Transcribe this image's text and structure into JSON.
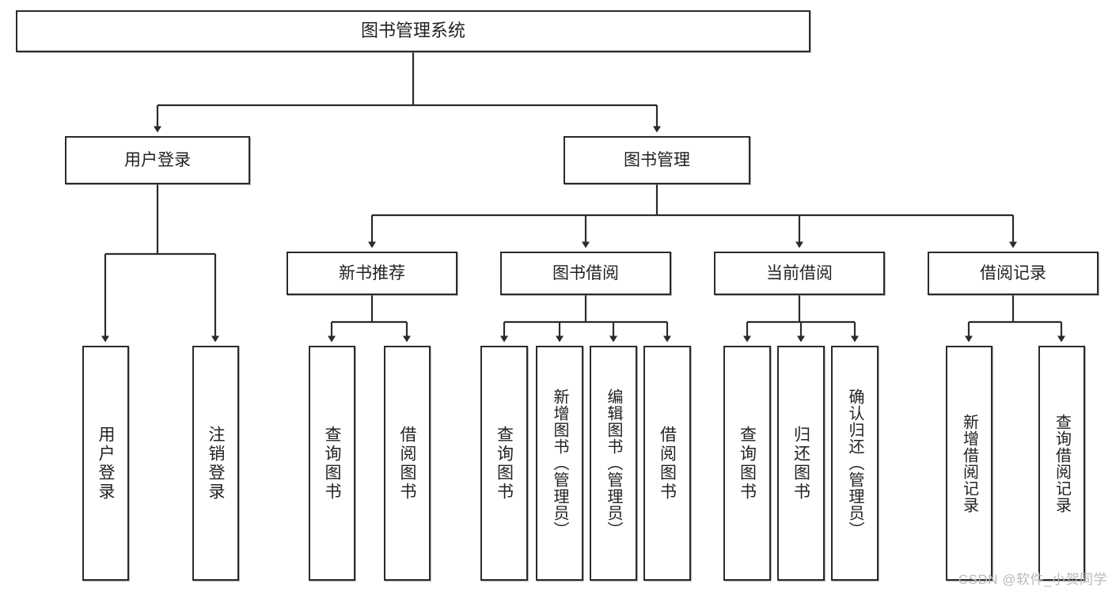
{
  "diagram": {
    "title": "图书管理系统",
    "type": "tree-hierarchy-chart",
    "watermark": "CSDN @软件_小贺同学",
    "colors": {
      "node_border": "#2b2b2b",
      "node_fill": "#ffffff",
      "edge": "#2b2b2b",
      "text": "#222222",
      "watermark": "#b9b9b9",
      "background": "#ffffff"
    },
    "root": {
      "label": "图书管理系统"
    },
    "level2": [
      {
        "label": "用户登录"
      },
      {
        "label": "图书管理"
      }
    ],
    "level3": [
      {
        "label": "新书推荐"
      },
      {
        "label": "图书借阅"
      },
      {
        "label": "当前借阅"
      },
      {
        "label": "借阅记录"
      }
    ],
    "leaves": {
      "user_login": [
        {
          "label": "用户登录"
        },
        {
          "label": "注销登录"
        }
      ],
      "new_book_recommend": [
        {
          "label": "查询图书"
        },
        {
          "label": "借阅图书"
        }
      ],
      "book_borrow": [
        {
          "label": "查询图书"
        },
        {
          "label": "新增图书（管理员）"
        },
        {
          "label": "编辑图书（管理员）"
        },
        {
          "label": "借阅图书"
        }
      ],
      "current_borrow": [
        {
          "label": "查询图书"
        },
        {
          "label": "归还图书"
        },
        {
          "label": "确认归还（管理员）"
        }
      ],
      "borrow_record": [
        {
          "label": "新增借阅记录"
        },
        {
          "label": "查询借阅记录"
        }
      ]
    }
  }
}
